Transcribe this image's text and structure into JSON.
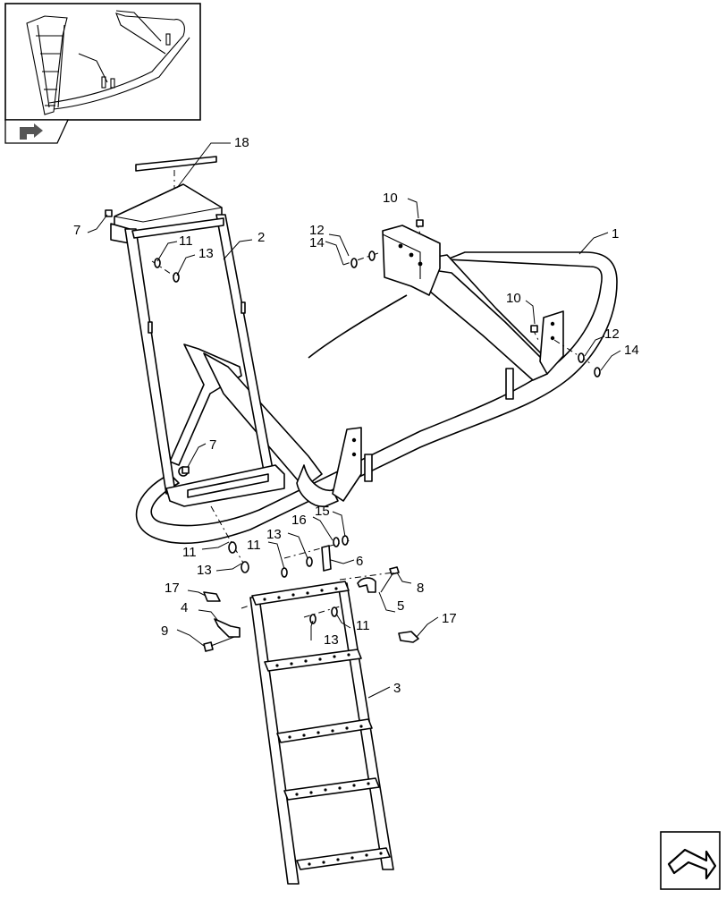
{
  "callouts": [
    {
      "id": "c1",
      "text": "1"
    },
    {
      "id": "c2",
      "text": "2"
    },
    {
      "id": "c3",
      "text": "3"
    },
    {
      "id": "c4",
      "text": "4"
    },
    {
      "id": "c5",
      "text": "5"
    },
    {
      "id": "c6",
      "text": "6"
    },
    {
      "id": "c7a",
      "text": "7"
    },
    {
      "id": "c7b",
      "text": "7"
    },
    {
      "id": "c8",
      "text": "8"
    },
    {
      "id": "c9",
      "text": "9"
    },
    {
      "id": "c10a",
      "text": "10"
    },
    {
      "id": "c10b",
      "text": "10"
    },
    {
      "id": "c11a",
      "text": "11"
    },
    {
      "id": "c11b",
      "text": "11"
    },
    {
      "id": "c11c",
      "text": "11"
    },
    {
      "id": "c11d",
      "text": "11"
    },
    {
      "id": "c12a",
      "text": "12"
    },
    {
      "id": "c12b",
      "text": "12"
    },
    {
      "id": "c13a",
      "text": "13"
    },
    {
      "id": "c13b",
      "text": "13"
    },
    {
      "id": "c13c",
      "text": "13"
    },
    {
      "id": "c13d",
      "text": "13"
    },
    {
      "id": "c14a",
      "text": "14"
    },
    {
      "id": "c14b",
      "text": "14"
    },
    {
      "id": "c15",
      "text": "15"
    },
    {
      "id": "c16",
      "text": "16"
    },
    {
      "id": "c17a",
      "text": "17"
    },
    {
      "id": "c17b",
      "text": "17"
    },
    {
      "id": "c18",
      "text": "18"
    }
  ],
  "icons": {
    "thumbnail": "assembly-thumbnail-icon",
    "corner": "navigation-arrow-icon",
    "tab": "back-arrow-icon"
  }
}
